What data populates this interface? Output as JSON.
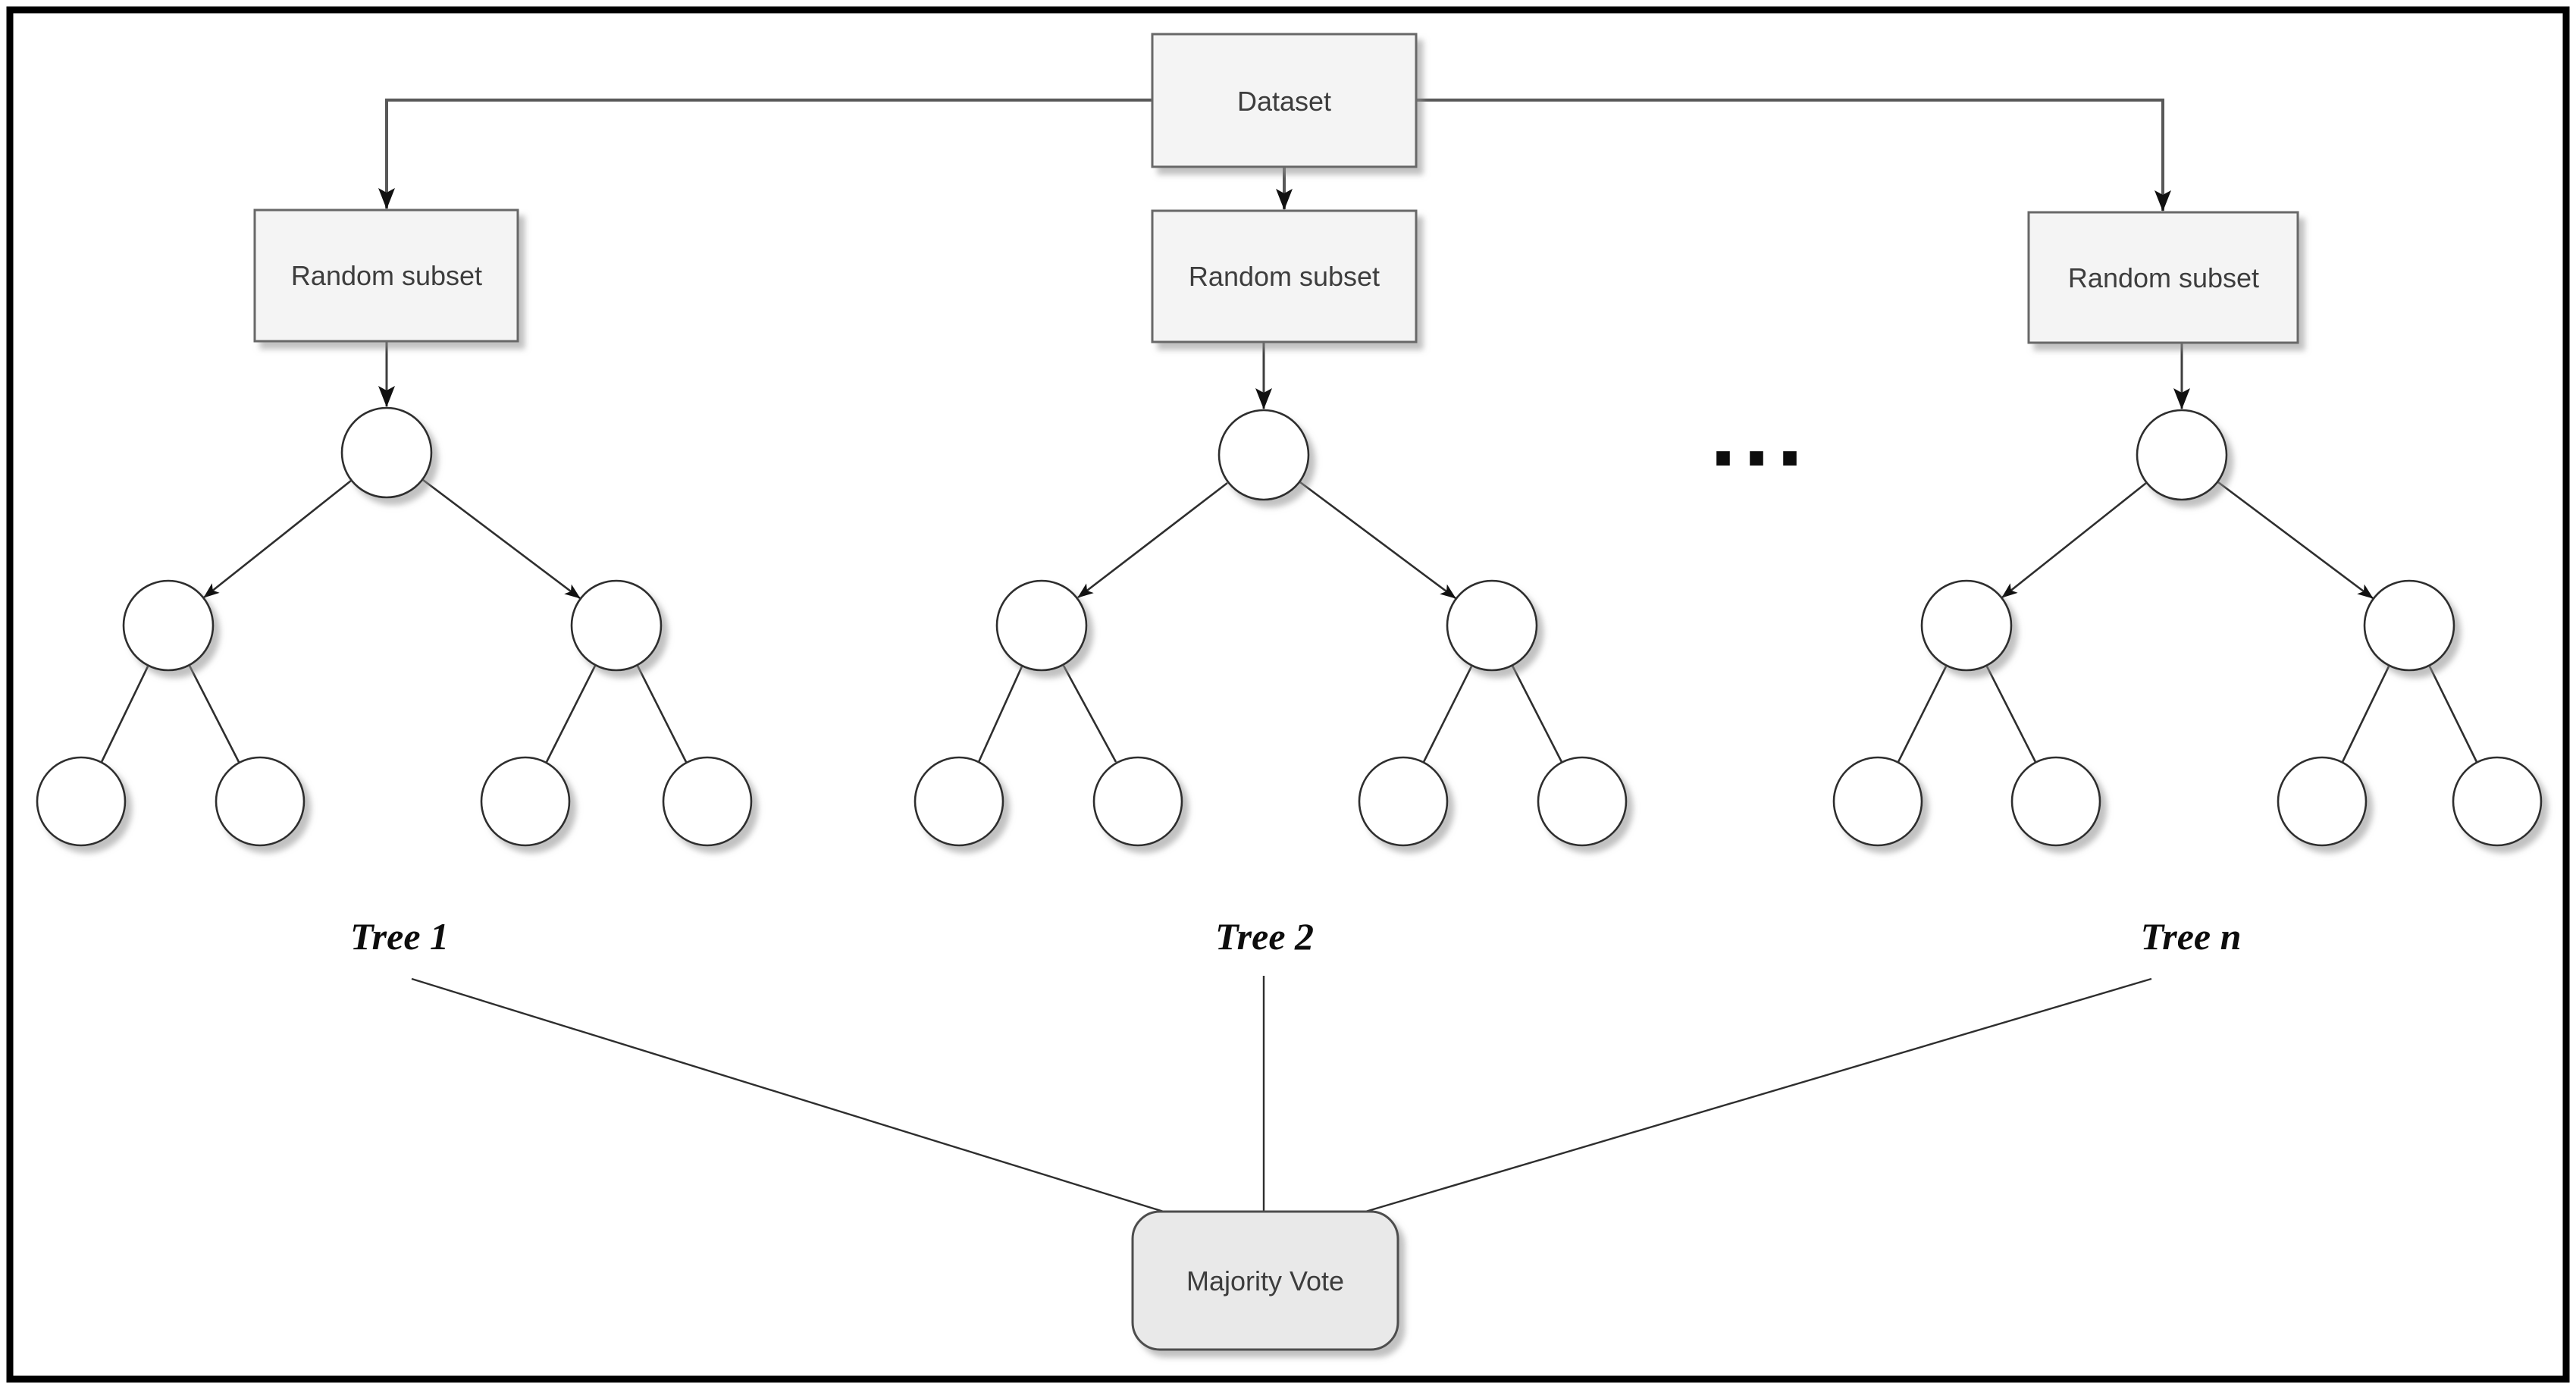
{
  "diagram": {
    "dataset": {
      "label": "Dataset"
    },
    "subsets": {
      "left": "Random subset",
      "middle": "Random subset",
      "right": "Random subset"
    },
    "trees": {
      "tree1": "Tree 1",
      "tree2": "Tree 2",
      "tree_n": "Tree n"
    },
    "ellipsis": "...",
    "vote": {
      "label": "Majority Vote"
    }
  },
  "colors": {
    "box_fill": "#f4f4f4",
    "box_border": "#676767",
    "vote_fill": "#e9e9e9",
    "vote_border": "#4d4d4d",
    "node_fill": "#ffffff",
    "node_stroke": "#2e2e2e",
    "edge": "#2e2e2e",
    "connector": "#585858",
    "arrowhead": "#111111",
    "box_text": "#3d3d3d",
    "label_text": "#0d0d0d",
    "frame": "#000000",
    "background": "#ffffff"
  }
}
